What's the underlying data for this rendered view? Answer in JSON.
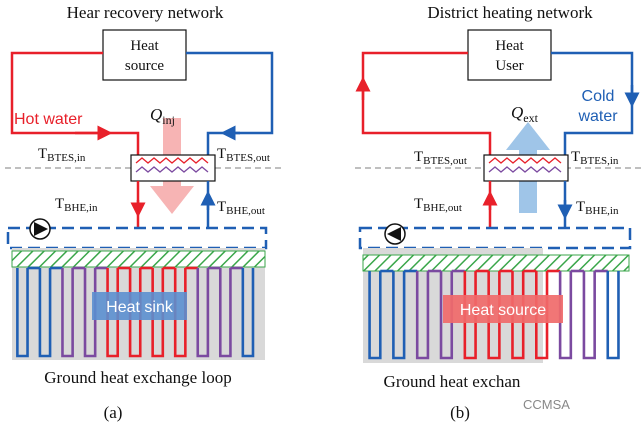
{
  "colors": {
    "hot": "#e8202a",
    "cold": "#1f5fb4",
    "purple": "#7b4aa0",
    "ground": "#d9d9d9",
    "hatch": "#3aa64a",
    "injArrow": "#f7b4b4",
    "extArrow": "#9fc5e8",
    "heatSinkBox": "#5b8fcf",
    "heatSourceBox": "#f06a6a"
  },
  "panel_a": {
    "title": "Hear recovery network",
    "box_line1": "Heat",
    "box_line2": "source",
    "hot_label": "Hot water",
    "q_label": "Q",
    "q_sub": "inj",
    "t_in": "T",
    "t_in_sub": "BTES,in",
    "t_out": "T",
    "t_out_sub": "BTES,out",
    "bhe_in": "T",
    "bhe_in_sub": "BHE,in",
    "bhe_out": "T",
    "bhe_out_sub": "BHE,out",
    "ground_label": "Heat sink",
    "caption": "Ground heat exchange loop",
    "letter": "(a)"
  },
  "panel_b": {
    "title": "District heating network",
    "box_line1": "Heat",
    "box_line2": "User",
    "cold_label1": "Cold",
    "cold_label2": "water",
    "q_label": "Q",
    "q_sub": "ext",
    "t_left": "T",
    "t_left_sub": "BTES,out",
    "t_right": "T",
    "t_right_sub": "BTES,in",
    "bhe_left": "T",
    "bhe_left_sub": "BHE,out",
    "bhe_right": "T",
    "bhe_right_sub": "BHE,in",
    "ground_label": "Heat source",
    "caption": "Ground heat exchan",
    "letter": "(b)",
    "watermark": "CCMSA"
  }
}
